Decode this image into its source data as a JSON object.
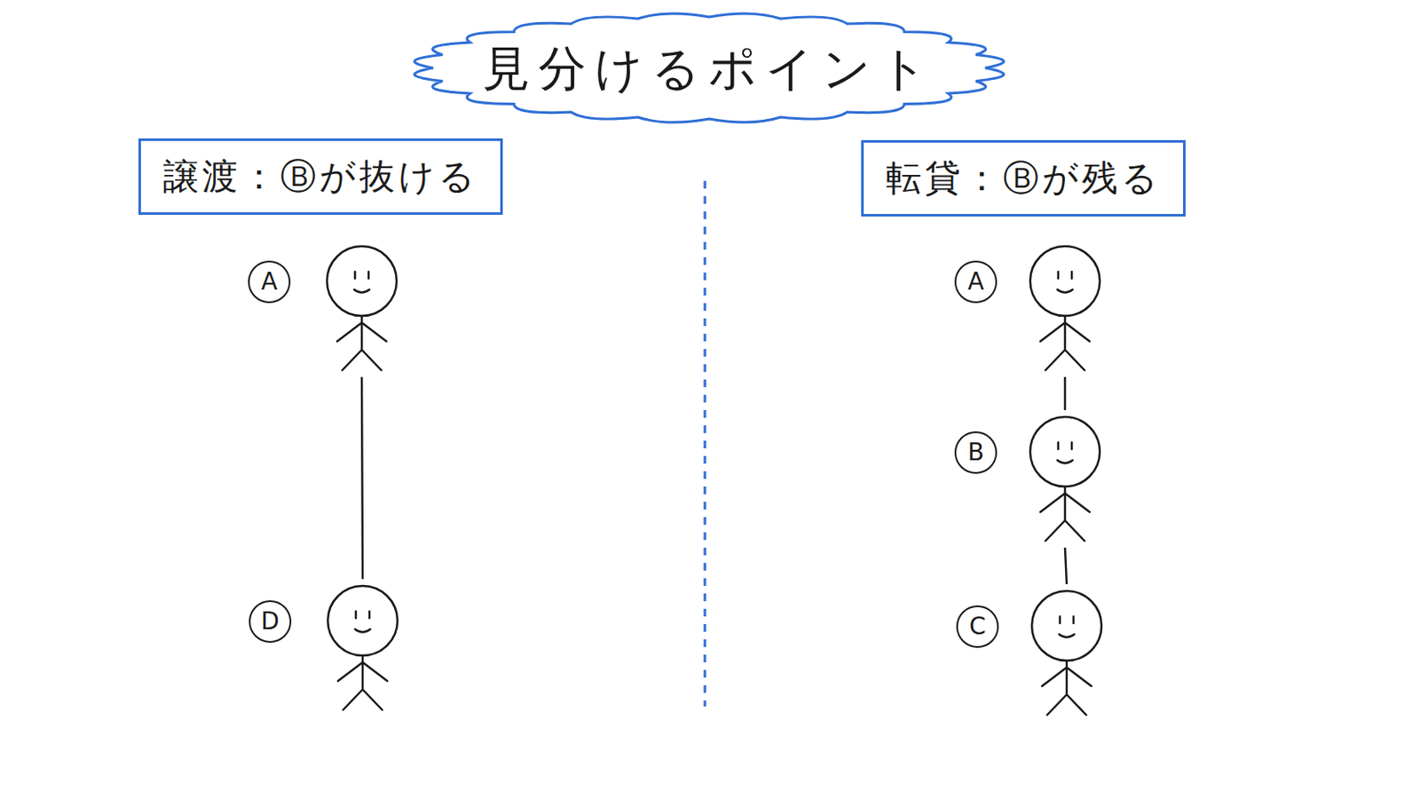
{
  "diagram": {
    "title": "見分けるポイント",
    "nodes": [
      {
        "text": [
          "譲渡：Ⓑが抜ける"
        ]
      },
      {
        "text": [
          "A"
        ]
      },
      {
        "text": [
          "D"
        ]
      },
      {
        "text": [
          "転貸：Ⓑが残る"
        ]
      },
      {
        "text": [
          "A"
        ]
      },
      {
        "text": [
          "B"
        ]
      },
      {
        "text": [
          "C"
        ]
      }
    ],
    "edges": [
      {
        "from": 1,
        "to": 2,
        "arrow": "none"
      },
      {
        "from": 4,
        "to": 5,
        "arrow": "none"
      },
      {
        "from": 5,
        "to": 6,
        "arrow": "none"
      }
    ]
  }
}
